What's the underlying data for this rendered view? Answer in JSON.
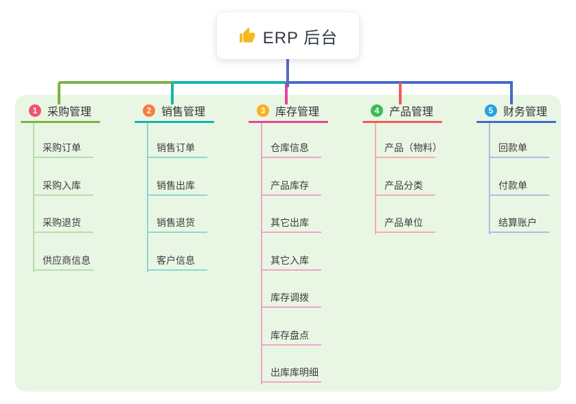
{
  "root": {
    "title": "ERP 后台",
    "icon": "thumbs-up-icon"
  },
  "colors": {
    "root_stem": "#5b69c7",
    "panel_bg": "#e9f6e4",
    "thumb_yellow": "#f5b91e",
    "text": "#333333"
  },
  "branches": [
    {
      "index": "1",
      "title": "采购管理",
      "badge_color": "#f4526e",
      "line_color": "#7cb342",
      "light_color": "#b9ddab",
      "children": [
        "采购订单",
        "采购入库",
        "采购退货",
        "供应商信息"
      ]
    },
    {
      "index": "2",
      "title": "销售管理",
      "badge_color": "#f97b3d",
      "line_color": "#13b5ae",
      "light_color": "#8bd7d0",
      "children": [
        "销售订单",
        "销售出库",
        "销售退货",
        "客户信息"
      ]
    },
    {
      "index": "3",
      "title": "库存管理",
      "badge_color": "#fbae21",
      "line_color": "#e8439a",
      "light_color": "#f3a2cc",
      "children": [
        "仓库信息",
        "产品库存",
        "其它出库",
        "其它入库",
        "库存调拨",
        "库存盘点",
        "出库库明细"
      ]
    },
    {
      "index": "4",
      "title": "产品管理",
      "badge_color": "#3abd55",
      "line_color": "#f25959",
      "light_color": "#f8aba6",
      "children": [
        "产品（物料）",
        "产品分类",
        "产品单位"
      ]
    },
    {
      "index": "5",
      "title": "财务管理",
      "badge_color": "#22a2e5",
      "line_color": "#4569cd",
      "light_color": "#aabde5",
      "children": [
        "回款单",
        "付款单",
        "结算账户"
      ]
    }
  ]
}
